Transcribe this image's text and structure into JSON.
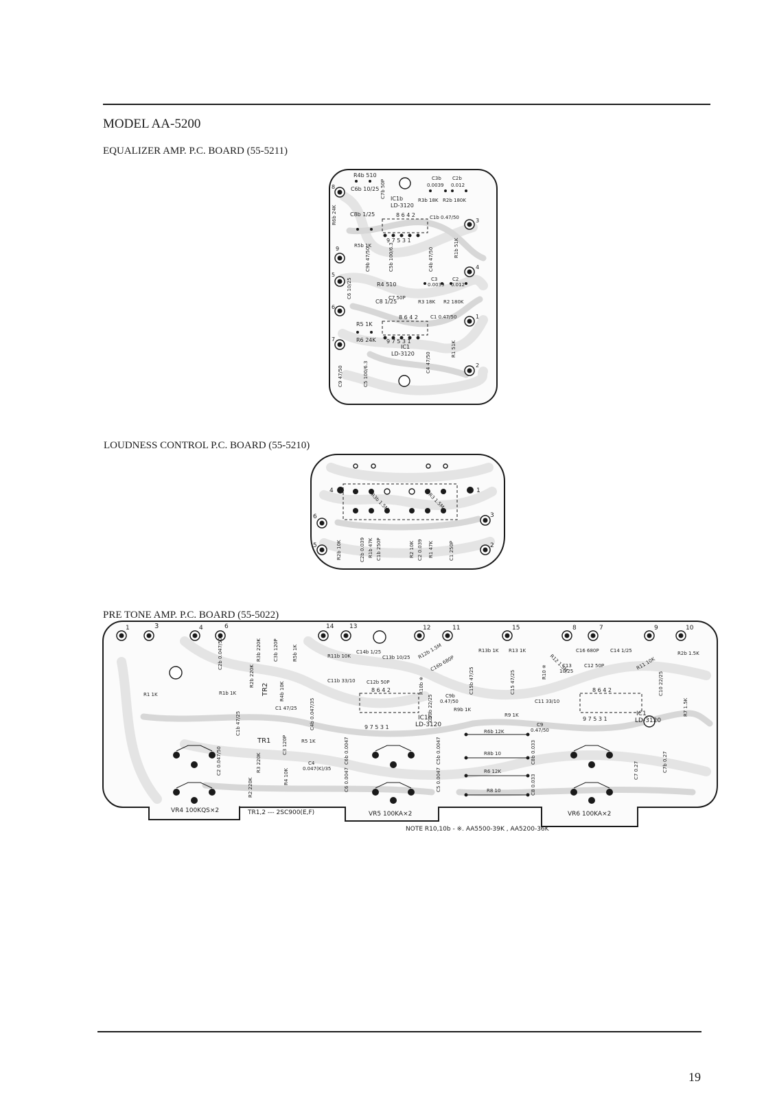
{
  "page": {
    "model_title": "MODEL AA-5200",
    "page_number": "19"
  },
  "equalizer": {
    "title": "EQUALIZER AMP. P.C. BOARD (55-5211)",
    "components": [
      {
        "id": "r4b",
        "text": "R4b 510"
      },
      {
        "id": "c6b",
        "text": "C6b 10/25"
      },
      {
        "id": "c7b",
        "text": "C7b 50P"
      },
      {
        "id": "r6b",
        "text": "R6b 24K"
      },
      {
        "id": "c8b",
        "text": "C8b 1/25"
      },
      {
        "id": "ic1b",
        "text": "IC1b"
      },
      {
        "id": "ic1b_part",
        "text": "LD-3120"
      },
      {
        "id": "c3b",
        "text": "C3b"
      },
      {
        "id": "c3b_val",
        "text": "0.0039"
      },
      {
        "id": "c2b",
        "text": "C2b"
      },
      {
        "id": "c2b_val",
        "text": "0.012"
      },
      {
        "id": "r3b",
        "text": "R3b 18K"
      },
      {
        "id": "r2b",
        "text": "R2b 180K"
      },
      {
        "id": "c1b",
        "text": "C1b 0.47/50"
      },
      {
        "id": "r5b",
        "text": "R5b 1K"
      },
      {
        "id": "c9b",
        "text": "C9b 47/50"
      },
      {
        "id": "c5b",
        "text": "C5b 100/6.3"
      },
      {
        "id": "c4b",
        "text": "C4b 47/50"
      },
      {
        "id": "r1b",
        "text": "R1b 51K"
      },
      {
        "id": "c6",
        "text": "C6 10/25"
      },
      {
        "id": "r4",
        "text": "R4 510"
      },
      {
        "id": "c3",
        "text": "C3"
      },
      {
        "id": "c3_val",
        "text": "0.0039"
      },
      {
        "id": "c2",
        "text": "C2"
      },
      {
        "id": "c2_val",
        "text": "0.012"
      },
      {
        "id": "c8",
        "text": "C8 1/25"
      },
      {
        "id": "c7",
        "text": "C7 50P"
      },
      {
        "id": "r3",
        "text": "R3 18K"
      },
      {
        "id": "r2",
        "text": "R2 180K"
      },
      {
        "id": "c1",
        "text": "C1 0.47/50"
      },
      {
        "id": "r5",
        "text": "R5 1K"
      },
      {
        "id": "r6",
        "text": "R6 24K"
      },
      {
        "id": "ic1",
        "text": "IC1"
      },
      {
        "id": "ic1_part",
        "text": "LD-3120"
      },
      {
        "id": "r1",
        "text": "R1 51K"
      },
      {
        "id": "c9",
        "text": "C9 47/50"
      },
      {
        "id": "c5",
        "text": "C5 100/6.3"
      },
      {
        "id": "c4",
        "text": "C4 47/50"
      }
    ],
    "ic_pins_top": "8 6 4 2",
    "ic_pins_bottom": "9 7 5 3 1",
    "terminals": [
      "1",
      "2",
      "3",
      "4",
      "5",
      "6",
      "7",
      "8",
      "9"
    ]
  },
  "loudness": {
    "title": "LOUDNESS CONTROL P.C. BOARD (55-5210)",
    "components": [
      {
        "id": "r3b",
        "text": "R3b 1.5M"
      },
      {
        "id": "r3",
        "text": "R3 1.5M"
      },
      {
        "id": "r2b",
        "text": "R2b 10K"
      },
      {
        "id": "c2b",
        "text": "C2b 0.039"
      },
      {
        "id": "r1b",
        "text": "R1b 47K"
      },
      {
        "id": "c1b",
        "text": "C1b 250P"
      },
      {
        "id": "r2",
        "text": "R2 10K"
      },
      {
        "id": "c2",
        "text": "C2 0.039"
      },
      {
        "id": "r1",
        "text": "R1 47K"
      },
      {
        "id": "c1",
        "text": "C1 250P"
      }
    ],
    "terminals": [
      "1",
      "2",
      "3",
      "4",
      "5",
      "6"
    ]
  },
  "pretone": {
    "title": "PRE TONE AMP. P.C. BOARD (55-5022)",
    "terminals": [
      "1",
      "3",
      "4",
      "6",
      "14",
      "13",
      "12",
      "11",
      "15",
      "8",
      "7",
      "9",
      "10"
    ],
    "components": [
      {
        "id": "r1",
        "text": "R1 1K"
      },
      {
        "id": "c2b",
        "text": "C2b 0.047/50"
      },
      {
        "id": "r1b",
        "text": "R1b 1K"
      },
      {
        "id": "r2b",
        "text": "R2b 220K"
      },
      {
        "id": "r3b",
        "text": "R3b 220K"
      },
      {
        "id": "c3b",
        "text": "C3b 120P"
      },
      {
        "id": "r5b",
        "text": "R5b 1K"
      },
      {
        "id": "tr2",
        "text": "TR2"
      },
      {
        "id": "r4b",
        "text": "R4b 10K"
      },
      {
        "id": "c1b",
        "text": "C1b 47/25"
      },
      {
        "id": "c1",
        "text": "C1 47/25"
      },
      {
        "id": "c4b",
        "text": "C4b 0.047/35"
      },
      {
        "id": "r11b",
        "text": "R11b 10K"
      },
      {
        "id": "c14b",
        "text": "C14b 1/25"
      },
      {
        "id": "c13b",
        "text": "C13b 10/25"
      },
      {
        "id": "r12b",
        "text": "R12b 1.5M"
      },
      {
        "id": "c16b",
        "text": "C16b 680P"
      },
      {
        "id": "c11b",
        "text": "C11b 33/10"
      },
      {
        "id": "c12b",
        "text": "C12b 50P"
      },
      {
        "id": "r10b",
        "text": "R10b ※"
      },
      {
        "id": "c10b",
        "text": "C10b 22/25"
      },
      {
        "id": "c9b",
        "text": "C9b"
      },
      {
        "id": "c9b_val",
        "text": "0.47/50"
      },
      {
        "id": "r9b",
        "text": "R9b 1K"
      },
      {
        "id": "ic1b",
        "text": "IC1b"
      },
      {
        "id": "ic1b_part",
        "text": "LD-3120"
      },
      {
        "id": "r13b",
        "text": "R13b 1K"
      },
      {
        "id": "r13",
        "text": "R13 1K"
      },
      {
        "id": "c15b",
        "text": "C15b 47/25"
      },
      {
        "id": "c15",
        "text": "C15 47/25"
      },
      {
        "id": "r10",
        "text": "R10 ※"
      },
      {
        "id": "r12",
        "text": "R12 1.5M"
      },
      {
        "id": "c13",
        "text": "C13"
      },
      {
        "id": "c13_val",
        "text": "10/25"
      },
      {
        "id": "c16",
        "text": "C16 680P"
      },
      {
        "id": "c14",
        "text": "C14 1/25"
      },
      {
        "id": "c12",
        "text": "C12 50P"
      },
      {
        "id": "r11",
        "text": "R11 10K"
      },
      {
        "id": "r2b_15k",
        "text": "R2b 1.5K"
      },
      {
        "id": "c10",
        "text": "C10 22/25"
      },
      {
        "id": "c11",
        "text": "C11 33/10"
      },
      {
        "id": "r9",
        "text": "R9 1K"
      },
      {
        "id": "c9",
        "text": "C9"
      },
      {
        "id": "c9_val",
        "text": "0.47/50"
      },
      {
        "id": "ic1",
        "text": "IC1"
      },
      {
        "id": "ic1_part",
        "text": "LD-3120"
      },
      {
        "id": "r7",
        "text": "R7 1.5K"
      },
      {
        "id": "c2",
        "text": "C2 0.047/50"
      },
      {
        "id": "r2",
        "text": "R2 220K"
      },
      {
        "id": "r3",
        "text": "R3 220K"
      },
      {
        "id": "tr1",
        "text": "TR1"
      },
      {
        "id": "c3",
        "text": "C3 120P"
      },
      {
        "id": "r5",
        "text": "R5 1K"
      },
      {
        "id": "r4",
        "text": "R4 10K"
      },
      {
        "id": "c4",
        "text": "C4"
      },
      {
        "id": "c4_val",
        "text": "0.047(K)/35"
      },
      {
        "id": "c6b",
        "text": "C6b 0.0047"
      },
      {
        "id": "c6",
        "text": "C6 0.0047"
      },
      {
        "id": "c5b",
        "text": "C5b 0.0047"
      },
      {
        "id": "c5",
        "text": "C5 0.0047"
      },
      {
        "id": "r6b",
        "text": "R6b 12K"
      },
      {
        "id": "r8b",
        "text": "R8b 10"
      },
      {
        "id": "r6",
        "text": "R6 12K"
      },
      {
        "id": "r8",
        "text": "R8 10"
      },
      {
        "id": "c8b",
        "text": "C8b 0.033"
      },
      {
        "id": "c8",
        "text": "C8 0.033"
      },
      {
        "id": "c7",
        "text": "C7 0.27"
      },
      {
        "id": "c7b",
        "text": "C7b 0.27"
      }
    ],
    "ic_pins_top": "8 6 4 2",
    "ic_pins_bottom": "9 7 5 3 1",
    "tabs": {
      "vr4": "VR4 100KQS×2",
      "tr_note": "TR1,2 --- 2SC900(E,F)",
      "vr5": "VR5 100KA×2",
      "vr6": "VR6 100KA×2"
    },
    "note": "NOTE   R10,10b - ※.  AA5500-39K , AA5200-36K"
  }
}
